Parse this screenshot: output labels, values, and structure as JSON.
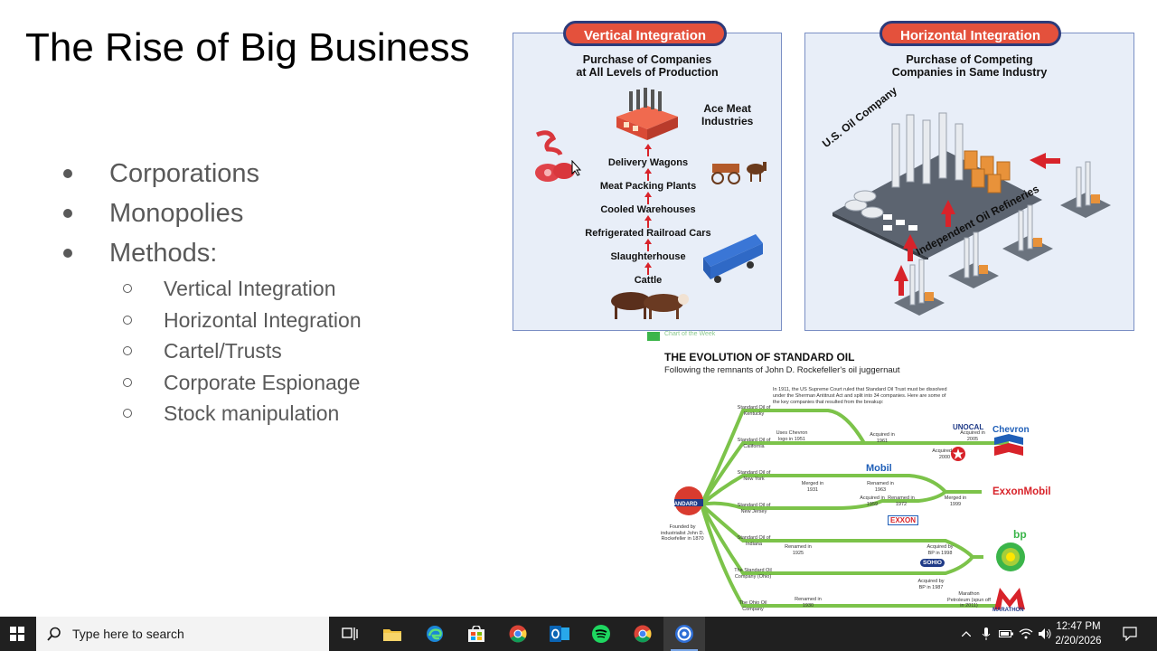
{
  "slide": {
    "title": "The Rise of Big Business",
    "bullets": [
      "Corporations",
      "Monopolies",
      "Methods:"
    ],
    "sub_bullets": [
      "Vertical Integration",
      "Horizontal Integration",
      "Cartel/Trusts",
      "Corporate Espionage",
      "Stock manipulation"
    ]
  },
  "vertical": {
    "badge": "Vertical Integration",
    "subtitle_1": "Purchase of Companies",
    "subtitle_2": "at All Levels of Production",
    "company_1": "Ace Meat",
    "company_2": "Industries",
    "steps": [
      "Delivery Wagons",
      "Meat Packing Plants",
      "Cooled Warehouses",
      "Refrigerated Railroad Cars",
      "Slaughterhouse",
      "Cattle"
    ]
  },
  "horizontal": {
    "badge": "Horizontal Integration",
    "subtitle_1": "Purchase of Competing",
    "subtitle_2": "Companies in Same Industry",
    "company": "U.S. Oil Company",
    "refineries": "Independent Oil Refineries"
  },
  "standard_oil": {
    "tag": "Chart of the Week",
    "title": "THE EVOLUTION OF STANDARD OIL",
    "subtitle": "Following the remnants of John D. Rockefeller's oil juggernaut",
    "note": "In 1911, the US Supreme Court ruled that Standard Oil Trust must be dissolved under the Sherman Antitrust Act and split into 34 companies. Here are some of the key companies that resulted from the breakup:",
    "founded": "Founded by industrialist John D. Rockefeller in 1870",
    "standard": "STANDARD",
    "branches": [
      "Standard Oil of Kentucky",
      "Standard Oil of California",
      "Standard Oil of New York",
      "Standard Oil of New Jersey",
      "Standard Oil of Indiana",
      "The Standard Oil Company (Ohio)",
      "The Ohio Oil Company"
    ],
    "events": {
      "chevron_logo": "Uses Chevron logo in 1951",
      "acq_1961": "Acquired in 1961",
      "unocal_acq": "Acquired in 2005",
      "acq_2000": "Acquired in 2000",
      "merged_1931": "Merged in 1931",
      "renamed_1963": "Renamed in 1963",
      "acq_1959": "Acquired in 1959",
      "renamed_1972": "Renamed in 1972",
      "merged_1999": "Merged in 1999",
      "renamed_1925": "Renamed in 1925",
      "acq_bp_1998": "Acquired by BP in 1998",
      "acq_bp_1987": "Acquired by BP in 1987",
      "renamed_1930": "Renamed in 1930",
      "marathon_spin": "Marathon Petroleum (spun off in 2011)"
    },
    "brands": {
      "unocal": "UNOCAL",
      "chevron": "Chevron",
      "mobil": "Mobil",
      "exxonmobil": "ExxonMobil",
      "exxon": "EXXON",
      "bp": "bp",
      "sohio": "SOHIO",
      "marathon": "MARATHON"
    }
  },
  "taskbar": {
    "search_placeholder": "Type here to search",
    "time": "12:47 PM",
    "date": "2/20/2026"
  },
  "colors": {
    "badge": "#e4513c",
    "badge_border": "#2c3b7a",
    "panel_bg": "#e8eef8",
    "so_green": "#6abf3f",
    "text_gray": "#595959",
    "taskbar": "#202020"
  }
}
